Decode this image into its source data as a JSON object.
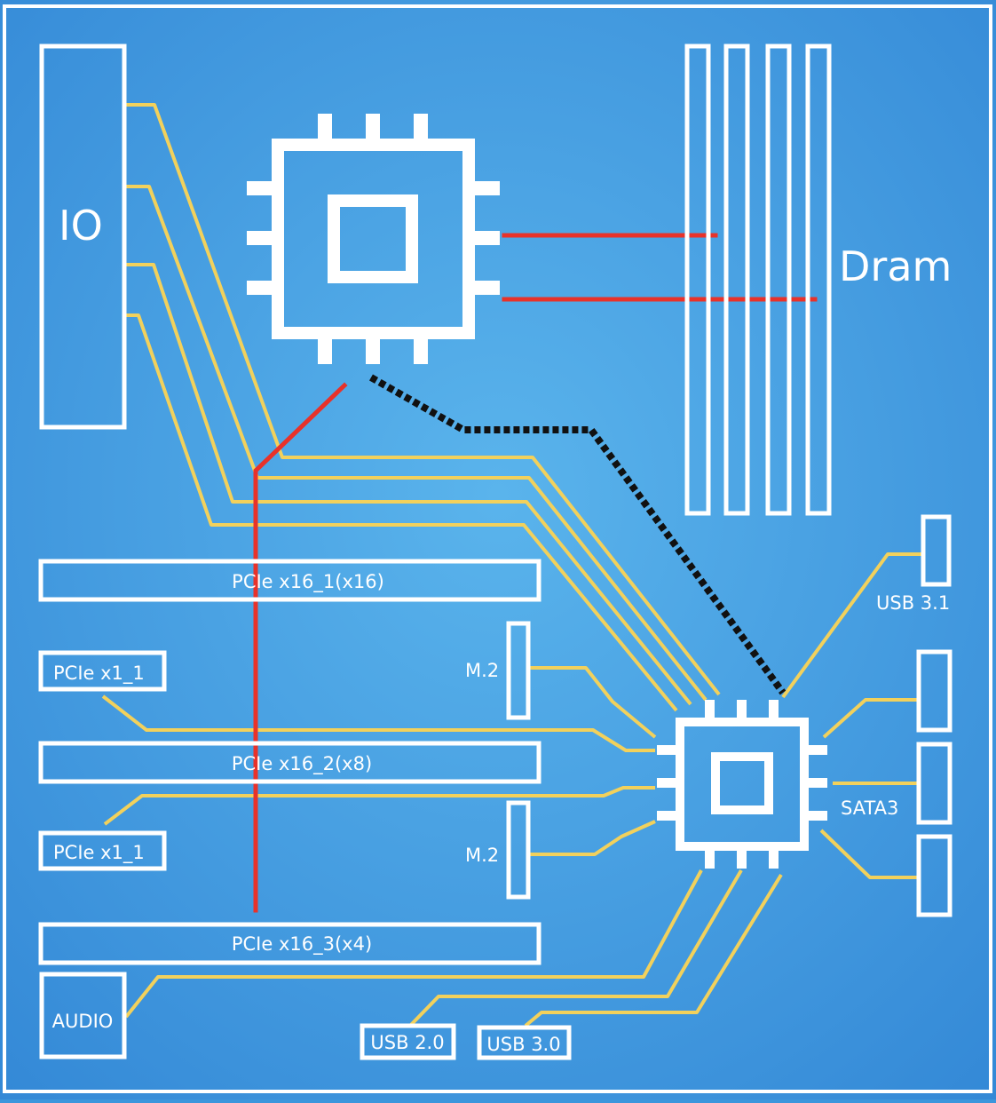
{
  "labels": {
    "io": "IO",
    "dram": "Dram",
    "pcie_x16_1": "PCIe x16_1(x16)",
    "pcie_x16_2": "PCIe x16_2(x8)",
    "pcie_x16_3": "PCIe x16_3(x4)",
    "pcie_x1_a": "PCIe x1_1",
    "pcie_x1_b": "PCIe x1_1",
    "m2_a": "M.2",
    "m2_b": "M.2",
    "audio": "AUDIO",
    "usb20": "USB 2.0",
    "usb30": "USB 3.0",
    "usb31": "USB 3.1",
    "sata3": "SATA3"
  },
  "colors": {
    "background": "#3c96dc",
    "outline": "#ffffff",
    "pch_link": "#f2d15c",
    "cpu_link": "#e8322a",
    "dmi_link": "#111111"
  }
}
